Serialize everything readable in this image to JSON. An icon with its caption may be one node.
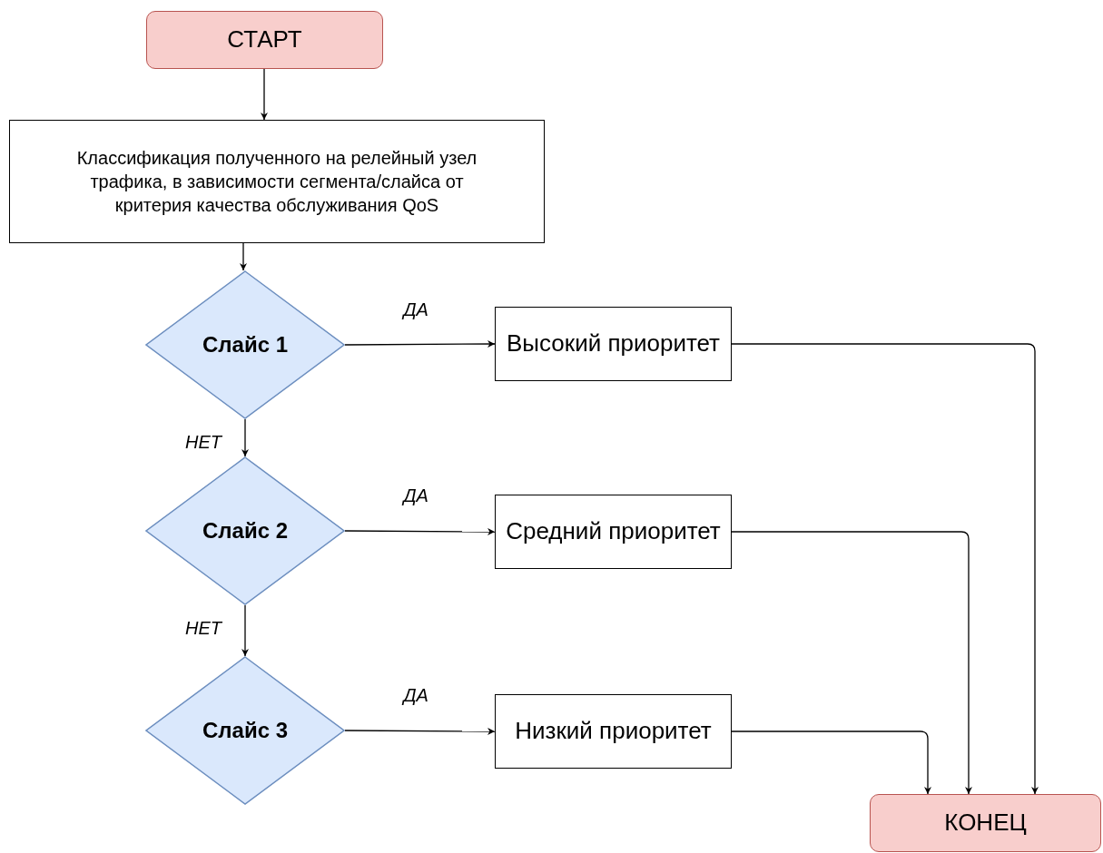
{
  "diagram": {
    "nodes": [
      {
        "text": [
          "СТАРТ"
        ]
      },
      {
        "text": [
          "Классификация полученного на релейный узел трафика, в зависимости сегмента/слайса от критерия качества обслуживания QoS"
        ]
      },
      {
        "text": [
          "Слайс 1"
        ]
      },
      {
        "text": [
          "Высокий приоритет"
        ]
      },
      {
        "text": [
          "Слайс 2"
        ]
      },
      {
        "text": [
          "Средний приоритет"
        ]
      },
      {
        "text": [
          "Слайс 3"
        ]
      },
      {
        "text": [
          "Низкий приоритет"
        ]
      },
      {
        "text": [
          "КОНЕЦ"
        ]
      }
    ],
    "edges": [
      {
        "from": 0,
        "to": 1,
        "arrow": "to"
      },
      {
        "from": 1,
        "to": 2,
        "arrow": "to"
      },
      {
        "from": 2,
        "to": 3,
        "arrow": "to",
        "label": "ДА"
      },
      {
        "from": 2,
        "to": 4,
        "arrow": "to",
        "label": "НЕТ"
      },
      {
        "from": 4,
        "to": 5,
        "arrow": "to",
        "label": "ДА"
      },
      {
        "from": 4,
        "to": 6,
        "arrow": "to",
        "label": "НЕТ"
      },
      {
        "from": 6,
        "to": 7,
        "arrow": "to",
        "label": "ДА"
      },
      {
        "from": 3,
        "to": 8,
        "arrow": "to"
      },
      {
        "from": 5,
        "to": 8,
        "arrow": "to"
      },
      {
        "from": 7,
        "to": 8,
        "arrow": "to"
      }
    ]
  }
}
